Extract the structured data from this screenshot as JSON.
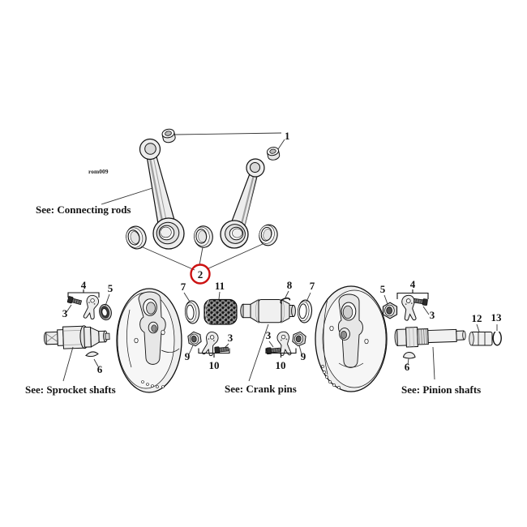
{
  "diagram": {
    "watermark": "rom009",
    "captions": {
      "connecting_rods": "See: Connecting rods",
      "sprocket_shafts": "See: Sprocket shafts",
      "crank_pins": "See: Crank pins",
      "pinion_shafts": "See: Pinion shafts"
    },
    "callouts": {
      "c1": "1",
      "c2": "2",
      "c3": "3",
      "c4": "4",
      "c5": "5",
      "c6": "6",
      "c7": "7",
      "c8": "8",
      "c9": "9",
      "c10": "10",
      "c11": "11",
      "c12": "12",
      "c13": "13"
    },
    "highlight": {
      "circled_callout": "2",
      "circle_color": "#cc1111"
    },
    "colors": {
      "line": "#111111",
      "background": "#ffffff"
    }
  }
}
